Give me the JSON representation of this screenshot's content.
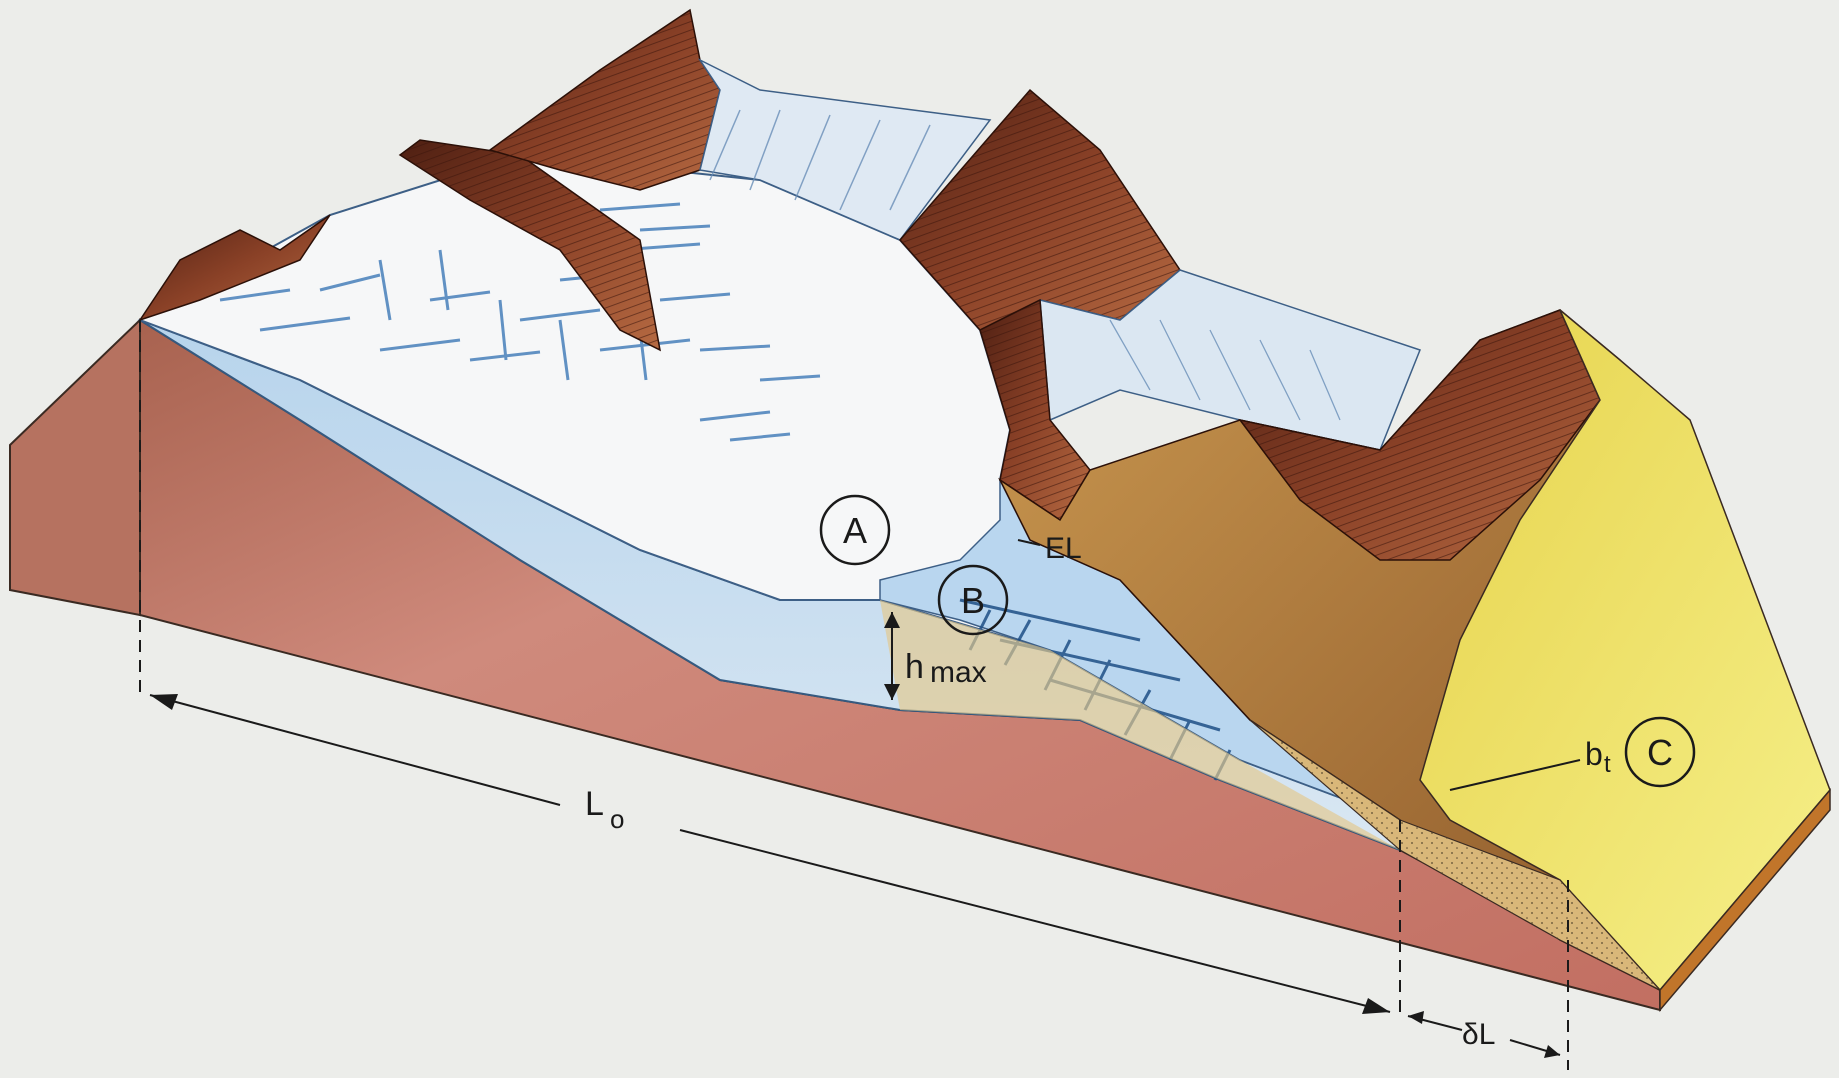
{
  "labels": {
    "zone_a": "A",
    "zone_b": "B",
    "zone_c": "C",
    "equilibrium_line": "EL",
    "h": "h",
    "max": "max",
    "length_l": "L",
    "length_sub": "o",
    "delta_l": "δL",
    "b": "b",
    "b_sub": "t"
  },
  "colors": {
    "bedrock": "#c97f72",
    "ice_light": "#f4f6f8",
    "ice_blue": "#a9c9e6",
    "rock_dark": "#6b2e1c",
    "sediment": "#d9b779",
    "outwash": "#f1ea6a"
  }
}
